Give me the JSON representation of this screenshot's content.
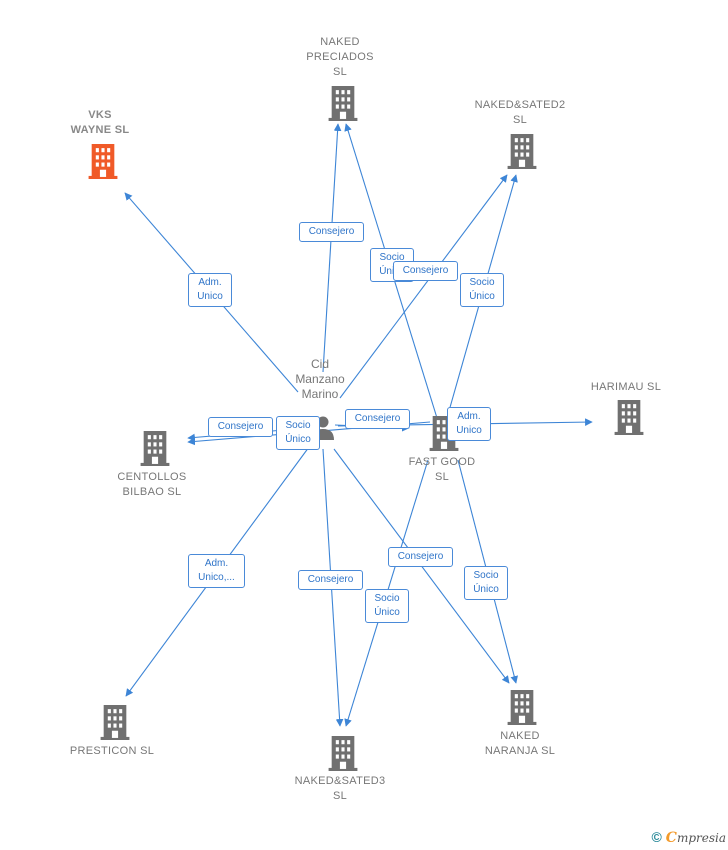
{
  "nodes": {
    "vks_wayne": {
      "label": "VKS\nWAYNE  SL",
      "color": "#f05a28"
    },
    "naked_preciados": {
      "label": "NAKED\nPRECIADOS\nSL",
      "color": "#707070"
    },
    "naked_sated2": {
      "label": "NAKED&SATED2\nSL",
      "color": "#707070"
    },
    "harimau": {
      "label": "HARIMAU  SL",
      "color": "#707070"
    },
    "centollos": {
      "label": "CENTOLLOS\nBILBAO  SL",
      "color": "#707070"
    },
    "fast_good": {
      "label": "FAST GOOD\nSL",
      "color": "#707070"
    },
    "presticon": {
      "label": "PRESTICON SL",
      "color": "#707070"
    },
    "naked_sated3": {
      "label": "NAKED&SATED3\nSL",
      "color": "#707070"
    },
    "naked_naranja": {
      "label": "NAKED\nNARANJA  SL",
      "color": "#707070"
    }
  },
  "person": {
    "label": "Cid\nManzano\nMarino",
    "color": "#707070"
  },
  "edge_labels": {
    "adm_vks": "Adm.\nUnico",
    "consejero_preciados": "Consejero",
    "socio_preciados": "Socio\nÚnico",
    "consejero_sated2": "Consejero",
    "socio_sated2": "Socio\nÚnico",
    "consejero_centollos": "Consejero",
    "socio_centollos": "Socio\nÚnico",
    "consejero_fastgood": "Consejero",
    "adm_harimau": "Adm.\nUnico",
    "adm_presticon": "Adm.\nUnico,...",
    "consejero_sated3": "Consejero",
    "consejero_naranja": "Consejero",
    "socio_sated3": "Socio\nÚnico",
    "socio_naranja": "Socio\nÚnico"
  },
  "colors": {
    "edge": "#3d85d6"
  },
  "footer": {
    "copyright": "©",
    "brand_first": "C",
    "brand_rest": "mpresia"
  }
}
